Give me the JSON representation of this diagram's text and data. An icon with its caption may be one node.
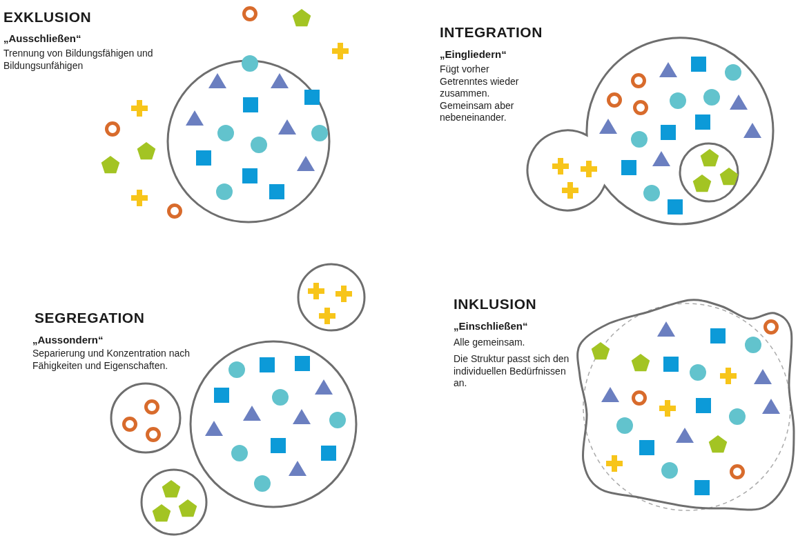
{
  "diagram": {
    "labels": [
      "EXKLUSION",
      "„Ausschließen“",
      "Trennung von Bildungsfähigen und Bildungsunfähigen",
      "INTEGRATION",
      "„Eingliedern“",
      "Fügt vorher Getrenntes wieder zusammen. Gemeinsam aber nebeneinander.",
      "SEGREGATION",
      "„Aussondern“",
      "Separierung und Konzentration nach Fähigkeiten und Eigenschaften.",
      "INKLUSION",
      "„Einschließen“",
      "Alle gemeinsam.",
      "Die Struktur passt sich den individuellen Bedürfnissen an."
    ]
  }
}
